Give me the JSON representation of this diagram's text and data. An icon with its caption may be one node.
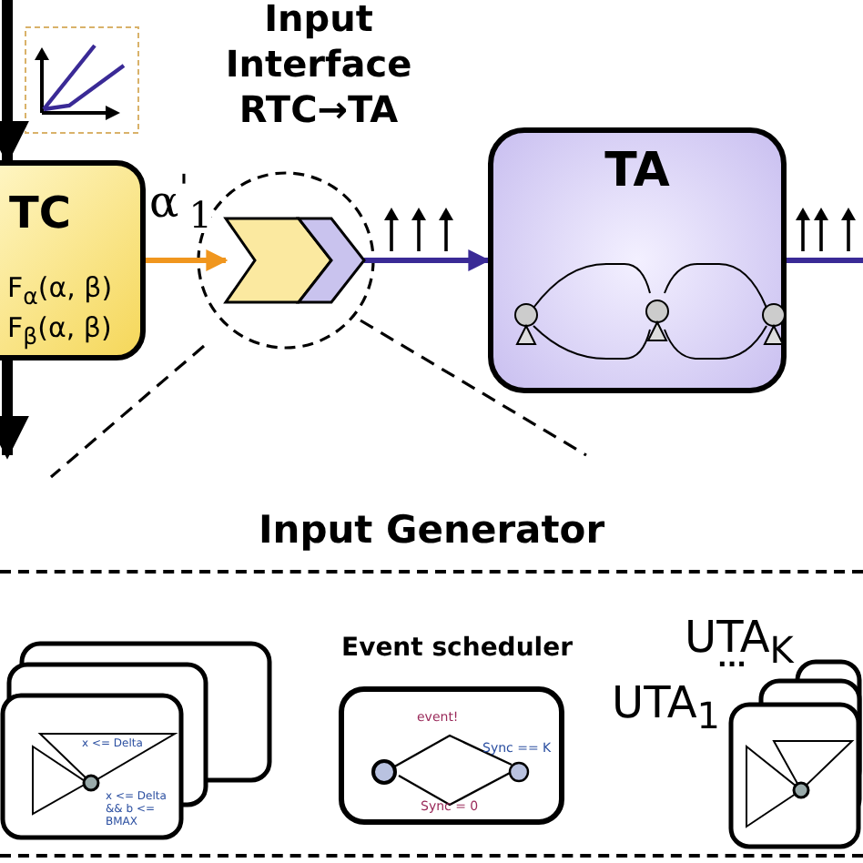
{
  "diagram": {
    "nodes": [
      {
        "text": [
          "TC",
          "F$_{α}$(α, β)",
          "F$_{β}$(α, β)"
        ]
      },
      {
        "text": [],
        "shape": "chevron"
      },
      {
        "text": [
          "TA"
        ]
      },
      {
        "text": [
          "Input Generator"
        ]
      },
      {
        "text": [
          "x <= Delta",
          "x <= Delta && b <= BMAX"
        ],
        "in": 3
      },
      {
        "text": [
          "Event scheduler",
          "event!",
          "Sync == K",
          "Sync = 0"
        ],
        "in": 3
      },
      {
        "text": [],
        "shape": "box",
        "in": 3,
        "beside": [
          "UTA$_{K}$",
          "...",
          "UTA$_{1}$"
        ]
      }
    ],
    "edges": [
      {
        "from": null,
        "to": 0,
        "arrow": "to",
        "style": "thick",
        "color": "#000000"
      },
      {
        "from": 0,
        "to": null,
        "arrow": "to",
        "style": "thick",
        "color": "#000000"
      },
      {
        "from": 0,
        "to": 1,
        "arrow": "to",
        "label": "α$^{'}$$_{1}$",
        "color": "#f0961e"
      },
      {
        "from": 1,
        "to": 2,
        "arrow": "to",
        "color": "#3a2a96"
      },
      {
        "from": 2,
        "to": null,
        "arrow": "none",
        "color": "#3a2a96"
      }
    ],
    "labels": [
      "Input Interface RTC→TA"
    ]
  }
}
